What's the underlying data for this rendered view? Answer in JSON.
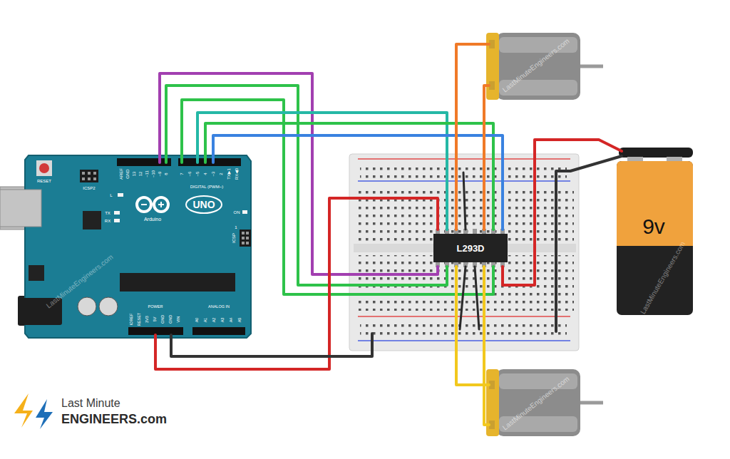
{
  "diagram": {
    "nodes": [
      {
        "text": [
          "RESET",
          "ICSP2",
          "AREF",
          "GND",
          "13",
          "12",
          "~11",
          "~10",
          "~9",
          "8",
          "7",
          "~6",
          "~5",
          "4",
          "~3",
          "2",
          "TX▶1",
          "RX◀0",
          "DIGITAL (PWM~)",
          "L",
          "TX",
          "RX",
          "Arduino",
          "UNO",
          "ON",
          "ICSP",
          "1",
          "IOREF",
          "RESET",
          "3V3",
          "5V",
          "GND",
          "GND",
          "VIN",
          "POWER",
          "ANALOG IN",
          "A0",
          "A1",
          "A2",
          "A3",
          "A4",
          "A5"
        ]
      },
      {
        "text": [
          "L293D"
        ]
      },
      {
        "text": [
          "9v"
        ]
      }
    ],
    "labels": [
      "Last Minute",
      "ENGINEERS.com",
      "LastMinuteEngineers.com",
      "LastMinuteEngineers.com",
      "LastMinuteEngineers.com",
      "LastMinuteEngineers.com"
    ]
  }
}
